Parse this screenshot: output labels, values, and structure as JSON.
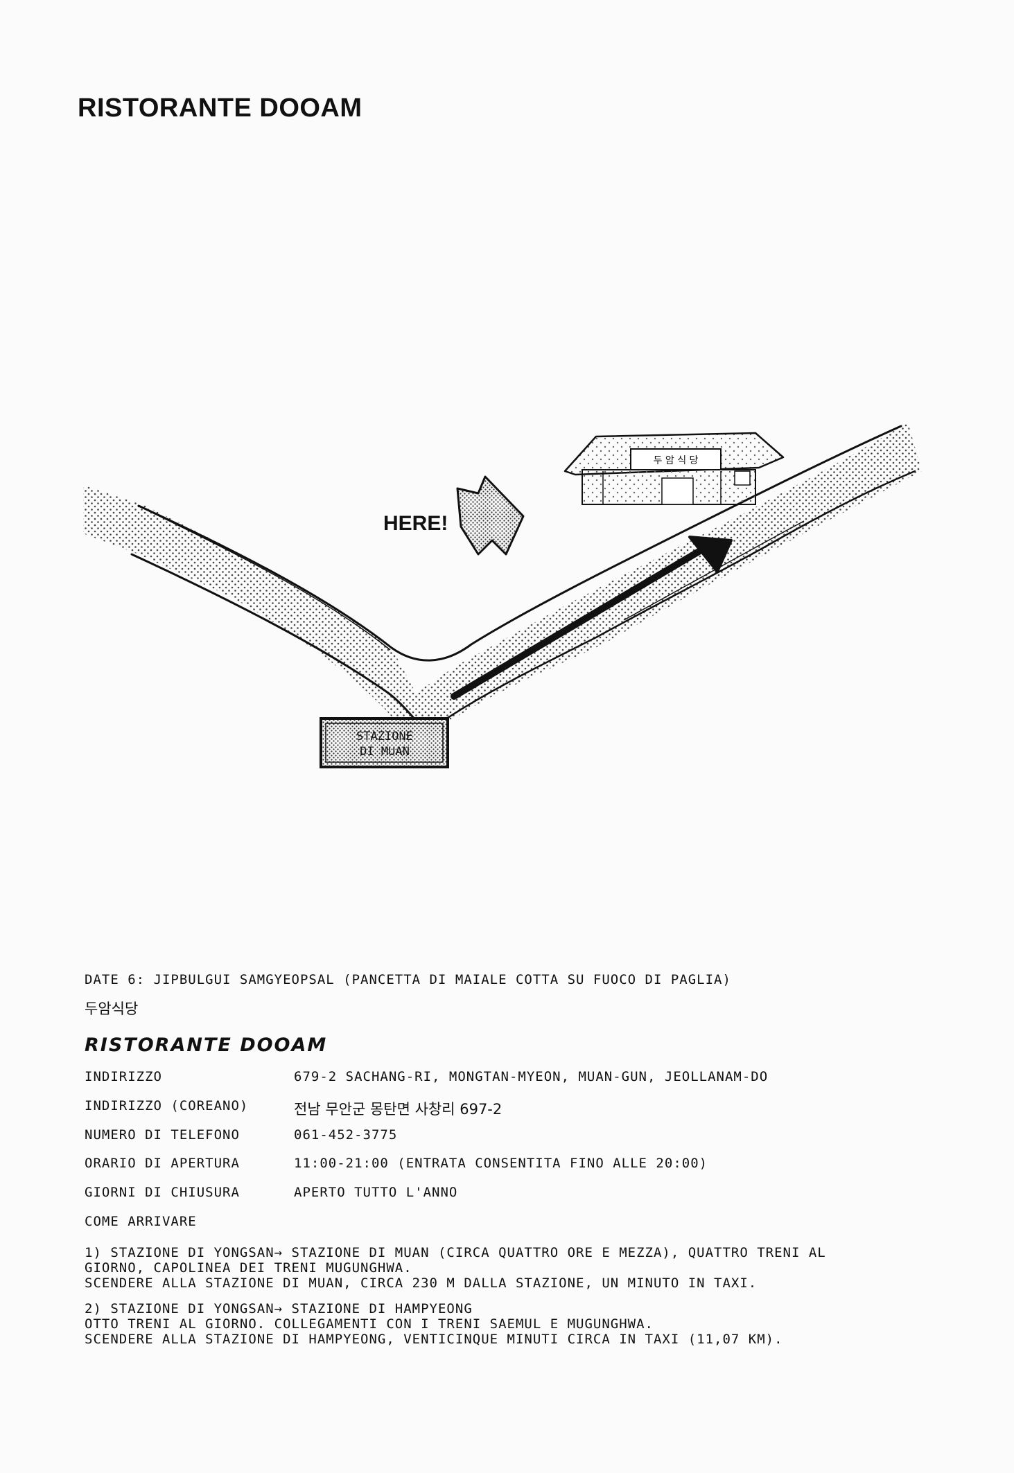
{
  "page_title": "RISTORANTE DOOAM",
  "map": {
    "here_label": "HERE!",
    "station_label_line1": "STAZIONE",
    "station_label_line2": "DI MUAN",
    "restaurant_sign": "두 암 식 당"
  },
  "info": {
    "date_line": "DATE 6: JIPBULGUI SAMGYEOPSAL (PANCETTA DI MAIALE COTTA SU FUOCO DI PAGLIA)",
    "korean_name": "두암식당",
    "restaurant_title": "RISTORANTE DOOAM",
    "rows": [
      {
        "label": "INDIRIZZO",
        "value": "679-2 SACHANG-RI, MONGTAN-MYEON, MUAN-GUN, JEOLLANAM-DO"
      },
      {
        "label": "INDIRIZZO (COREANO)",
        "value": "전남 무안군 몽탄면 사창리 697-2"
      },
      {
        "label": "NUMERO DI TELEFONO",
        "value": "061-452-3775"
      },
      {
        "label": "ORARIO DI APERTURA",
        "value": "11:00-21:00 (ENTRATA CONSENTITA FINO ALLE 20:00)"
      },
      {
        "label": "GIORNI DI CHIUSURA",
        "value": "APERTO TUTTO L'ANNO"
      }
    ],
    "how_to_get_label": "COME ARRIVARE",
    "route1": [
      "1) STAZIONE DI YONGSAN→ STAZIONE DI MUAN (CIRCA QUATTRO ORE E MEZZA), QUATTRO TRENI AL",
      "GIORNO, CAPOLINEA DEI TRENI MUGUNGHWA.",
      "SCENDERE ALLA STAZIONE DI MUAN, CIRCA 230 M DALLA STAZIONE, UN MINUTO IN TAXI."
    ],
    "route2": [
      "2) STAZIONE DI YONGSAN→ STAZIONE DI HAMPYEONG",
      "OTTO TRENI AL GIORNO. COLLEGAMENTI CON I TRENI SAEMUL E MUGUNGHWA.",
      "SCENDERE ALLA STAZIONE DI HAMPYEONG, VENTICINQUE MINUTI CIRCA IN TAXI (11,07 KM)."
    ]
  }
}
